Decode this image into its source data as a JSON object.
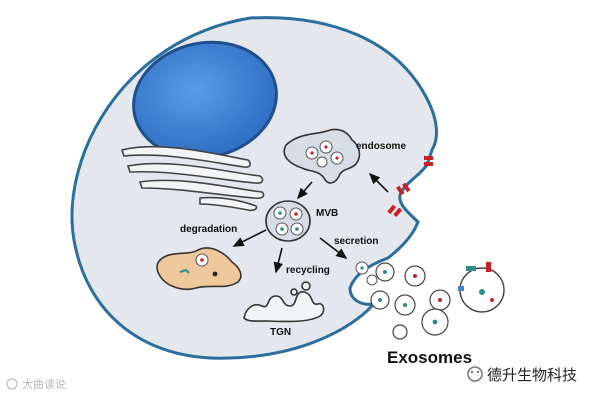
{
  "labels": {
    "endosome": "endosome",
    "mvb": "MVB",
    "degradation": "degradation",
    "recycling": "recycling",
    "secretion": "secretion",
    "tgn": "TGN",
    "exosomes": "Exosomes"
  },
  "watermark": {
    "left": "大曲读说",
    "right": "德升生物科技"
  },
  "colors": {
    "cytoplasm": "#e4e8ee",
    "membrane": "#2a6ea0",
    "nucleus": "#3f82d6",
    "endosome": "#d7dde6",
    "lysosome": "#eec79a",
    "receptor": "#c8202a",
    "cargo": "#2e8b8b"
  }
}
